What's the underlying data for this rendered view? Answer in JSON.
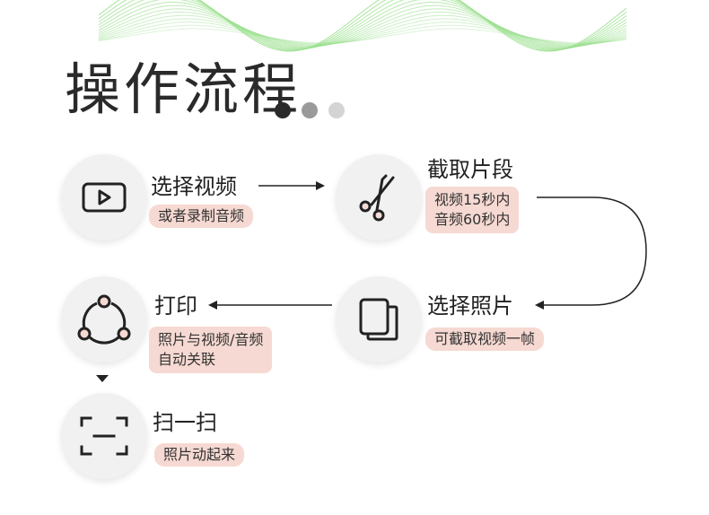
{
  "page": {
    "title": "操作流程",
    "accent_color": "#f6d9d2",
    "wave_color": "#9be08f",
    "dot_colors": [
      "#2a2a2a",
      "#9a9a9a",
      "#d4d4d4"
    ]
  },
  "steps": [
    {
      "title": "选择视频",
      "tag_lines": [
        "或者录制音频"
      ],
      "icon": "play-video-icon"
    },
    {
      "title": "截取片段",
      "tag_lines": [
        "视频15秒内",
        "音频60秒内"
      ],
      "icon": "scissors-icon"
    },
    {
      "title": "选择照片",
      "tag_lines": [
        "可截取视频一帧"
      ],
      "icon": "photos-icon"
    },
    {
      "title": "打印",
      "tag_lines": [
        "照片与视频/音频",
        "自动关联"
      ],
      "icon": "share-nodes-icon"
    },
    {
      "title": "扫一扫",
      "tag_lines": [
        "照片动起来"
      ],
      "icon": "scan-icon"
    }
  ]
}
